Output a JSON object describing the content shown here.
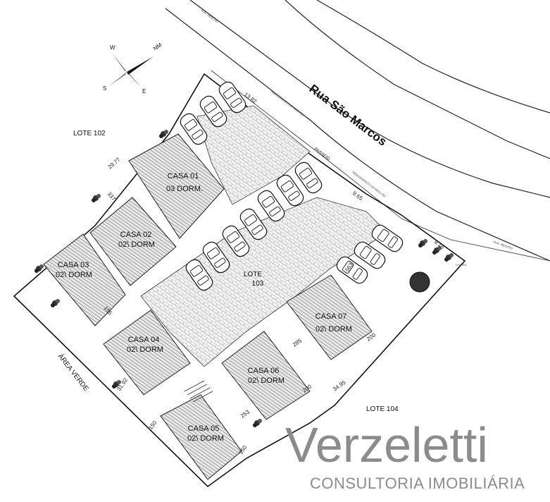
{
  "street": {
    "name": "Rua São Marcos",
    "sidewalk": "PASSEIO"
  },
  "curb_labels": [
    "ALIN. MEIO FIO",
    "ALIN. MEIO FIO"
  ],
  "rebaixo_labels": [
    "REBAIXAMENTO DO MEIO FIO",
    "REBAIXAMENTO DO MEIO FIO"
  ],
  "compass": {
    "n": "NM",
    "s": "S",
    "w": "W",
    "e": "E"
  },
  "lots": {
    "lote_102": "LOTE 102",
    "lote_103_line1": "LOTE",
    "lote_103_line2": "103",
    "lote_104": "LOTE 104",
    "area_verde": "ÁREA VERDE"
  },
  "houses": [
    {
      "name": "CASA 01",
      "desc": "03 DORM."
    },
    {
      "name": "CASA 02",
      "desc": "02\\ DORM"
    },
    {
      "name": "CASA 03",
      "desc": "02\\ DORM"
    },
    {
      "name": "CASA 04",
      "desc": "02\\ DORM"
    },
    {
      "name": "CASA 05",
      "desc": "02\\ DORM"
    },
    {
      "name": "CASA 06",
      "desc": "02\\ DORM"
    },
    {
      "name": "CASA 07",
      "desc": "02\\ DORM"
    }
  ],
  "dimensions": {
    "d1382": "13.82",
    "d2977": "29.77",
    "d965": "9.65",
    "d918": "9.18",
    "d3192": "31.92",
    "d3495": "34.95",
    "d337": "337",
    "d155": "155",
    "d285": "285",
    "d200a": "200",
    "d200b": "200",
    "d253": "253",
    "d150a": "150",
    "d150b": "150",
    "d563": "563"
  },
  "tree_label": "LIXEIRA",
  "logo": {
    "wordmark": "Verzeletti",
    "tagline": "CONSULTORIA IMOBILIÁRIA",
    "color": "#8c8c8c"
  }
}
